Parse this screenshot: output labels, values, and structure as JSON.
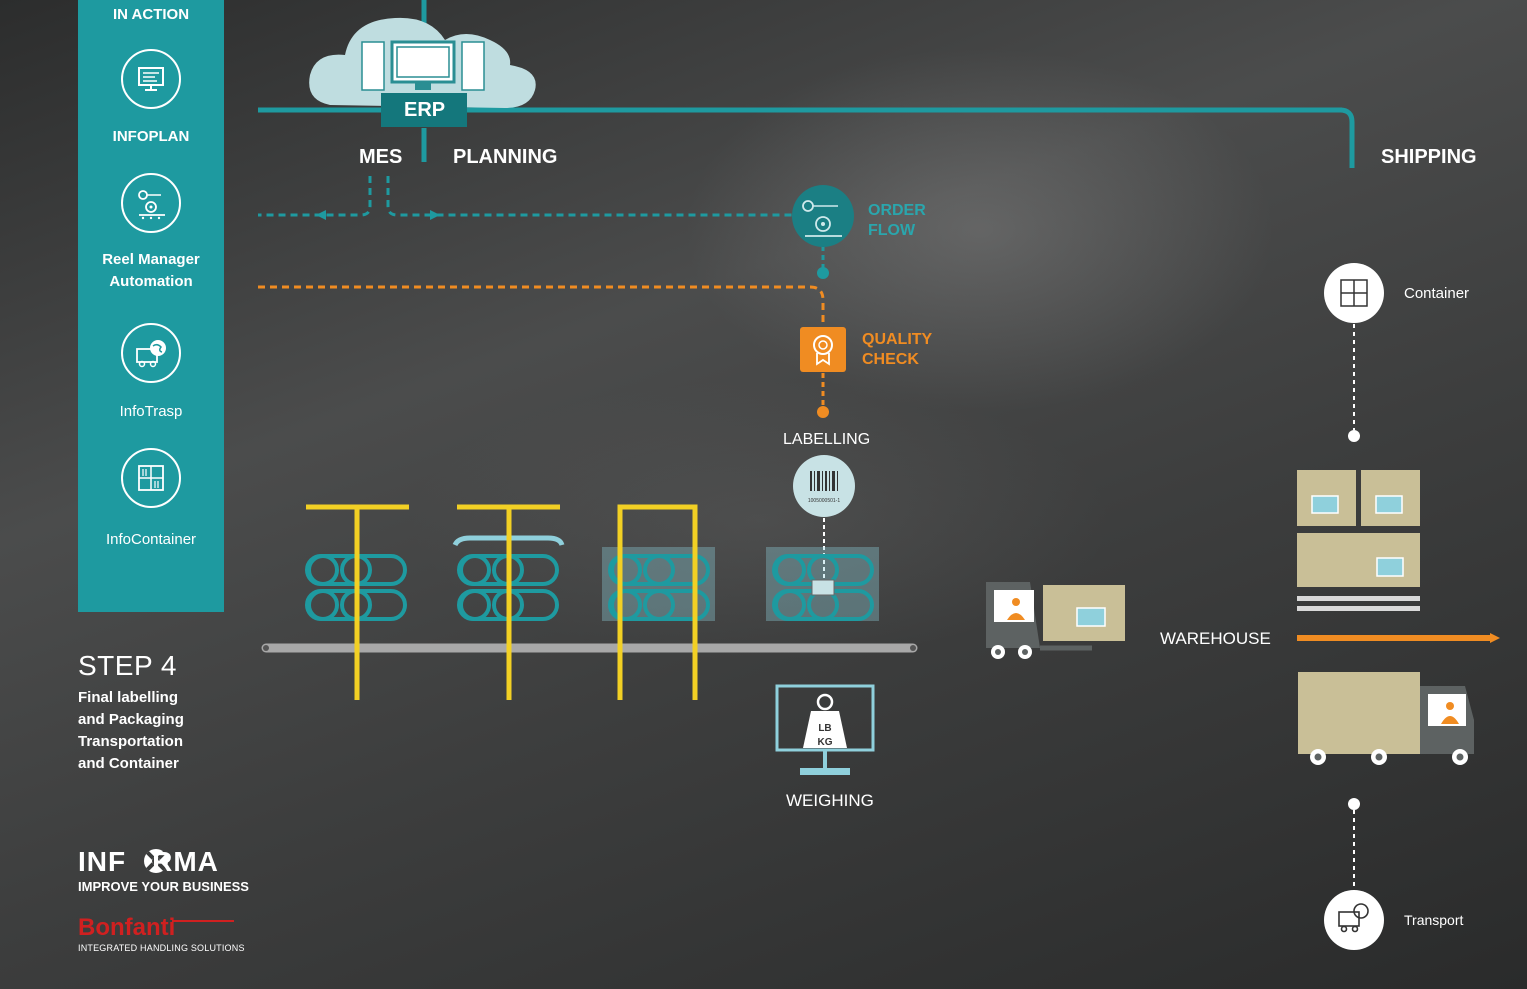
{
  "sidebar": {
    "header": "IN ACTION",
    "items": [
      {
        "label_lines": [
          "INFOPLAN"
        ],
        "icon": "monitor-icon"
      },
      {
        "label_lines": [
          "Reel Manager",
          "Automation"
        ],
        "icon": "reel-icon"
      },
      {
        "label_lines": [
          "InfoTrasp"
        ],
        "icon": "truck-globe-icon"
      },
      {
        "label_lines": [
          "InfoContainer"
        ],
        "icon": "container-icon"
      }
    ]
  },
  "step": {
    "title": "STEP 4",
    "lines": [
      "Final labelling",
      "and Packaging",
      "Transportation",
      "and Container"
    ]
  },
  "diagram": {
    "erp": "ERP",
    "mes": "MES",
    "planning": "PLANNING",
    "shipping": "SHIPPING",
    "order_flow": [
      "ORDER",
      "FLOW"
    ],
    "quality_check": [
      "QUALITY",
      "CHECK"
    ],
    "labelling": "LABELLING",
    "barcode_number": "1005000501-1",
    "weighing": "WEIGHING",
    "scale_units": [
      "LB",
      "KG"
    ],
    "warehouse": "WAREHOUSE",
    "container": "Container",
    "transport": "Transport"
  },
  "brand": {
    "name_a": "INF",
    "name_b": "RMA",
    "tagline": "IMPROVE YOUR BUSINESS",
    "partner": "Bonfanti",
    "partner_tagline": "INTEGRATED HANDLING SOLUTIONS"
  },
  "colors": {
    "teal": "#1e9aa0",
    "orange": "#f08c22",
    "yellow": "#f2d024",
    "beige": "#c9bf97",
    "light_blue": "#8fd0dc"
  }
}
